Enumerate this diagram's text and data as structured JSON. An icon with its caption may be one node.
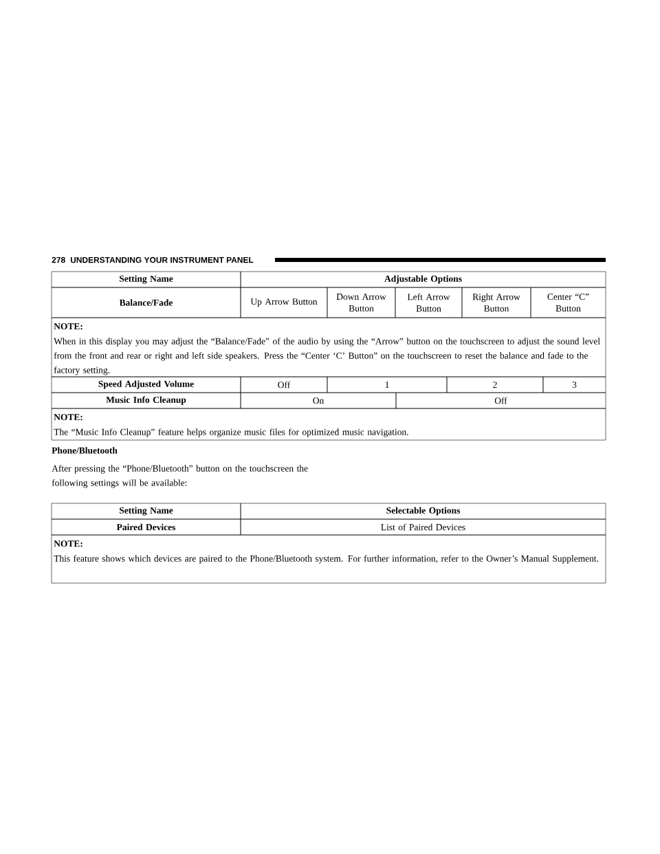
{
  "diagram": {
    "labels": [
      "278",
      "UNDERSTANDING YOUR INSTRUMENT PANEL",
      "Setting Name",
      "Adjustable Options",
      "Balance/Fade",
      "Up Arrow Button",
      "Down Arrow Button",
      "Left Arrow Button",
      "Right Arrow Button",
      "Center “C” Button",
      "NOTE:",
      "When in this display you may adjust the “Balance/Fade” of the audio by using the “Arrow” button on the touchscreen to adjust the sound level from the front and rear or right and left side speakers. Press the “Center ‘C’ Button” on the touchscreen to reset the balance and fade to the factory setting.",
      "Speed Adjusted Volume",
      "Off",
      "1",
      "2",
      "3",
      "Music Info Cleanup",
      "On",
      "Off",
      "NOTE:",
      "The “Music Info Cleanup” feature helps organize music files for optimized music navigation.",
      "Phone/Bluetooth",
      "After pressing the “Phone/Bluetooth” button on the touchscreen the following settings will be available:",
      "Setting Name",
      "Selectable Options",
      "Paired Devices",
      "List of Paired Devices",
      "NOTE:",
      "This feature shows which devices are paired to the Phone/Bluetooth system. For further information, refer to the Owner’s Manual Supplement."
    ]
  }
}
